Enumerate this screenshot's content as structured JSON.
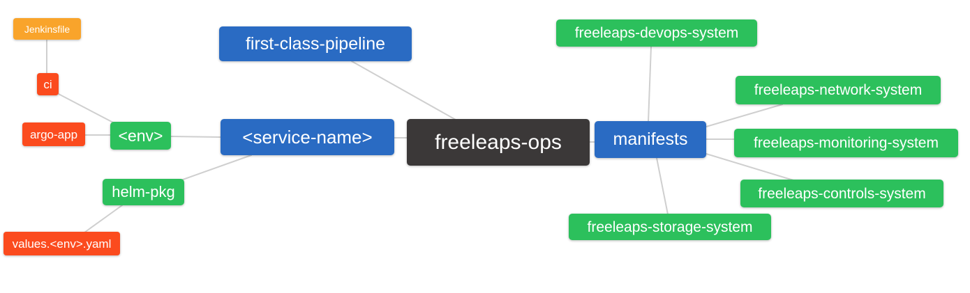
{
  "diagram": {
    "type": "mindmap",
    "root": "freeleaps-ops",
    "nodes": [
      {
        "id": "freeleaps-ops",
        "label": "freeleaps-ops",
        "level": "root",
        "color": "root_bg"
      },
      {
        "id": "first-class-pipeline",
        "label": "first-class-pipeline",
        "level": "branch",
        "color": "primary_bg"
      },
      {
        "id": "service-name",
        "label": "<service-name>",
        "level": "branch",
        "color": "primary_bg"
      },
      {
        "id": "manifests",
        "label": "manifests",
        "level": "branch",
        "color": "primary_bg"
      },
      {
        "id": "env",
        "label": "<env>",
        "level": "sub",
        "color": "secondary_bg"
      },
      {
        "id": "helm-pkg",
        "label": "helm-pkg",
        "level": "sub",
        "color": "secondary_bg"
      },
      {
        "id": "ci",
        "label": "ci",
        "level": "leaf",
        "color": "tertiary_bg"
      },
      {
        "id": "argo-app",
        "label": "argo-app",
        "level": "leaf",
        "color": "tertiary_bg"
      },
      {
        "id": "jenkinsfile",
        "label": "Jenkinsfile",
        "level": "leaf",
        "color": "amber_bg"
      },
      {
        "id": "values-env-yaml",
        "label": "values.<env>.yaml",
        "level": "leaf",
        "color": "tertiary_bg"
      },
      {
        "id": "freeleaps-devops-system",
        "label": "freeleaps-devops-system",
        "level": "sub",
        "color": "secondary_bg"
      },
      {
        "id": "freeleaps-network-system",
        "label": "freeleaps-network-system",
        "level": "sub",
        "color": "secondary_bg"
      },
      {
        "id": "freeleaps-monitoring-system",
        "label": "freeleaps-monitoring-system",
        "level": "sub",
        "color": "secondary_bg"
      },
      {
        "id": "freeleaps-controls-system",
        "label": "freeleaps-controls-system",
        "level": "sub",
        "color": "secondary_bg"
      },
      {
        "id": "freeleaps-storage-system",
        "label": "freeleaps-storage-system",
        "level": "sub",
        "color": "secondary_bg"
      }
    ],
    "edges": [
      {
        "from": "freeleaps-ops",
        "to": "first-class-pipeline"
      },
      {
        "from": "freeleaps-ops",
        "to": "<service-name>"
      },
      {
        "from": "freeleaps-ops",
        "to": "manifests"
      },
      {
        "from": "<service-name>",
        "to": "<env>"
      },
      {
        "from": "<service-name>",
        "to": "helm-pkg"
      },
      {
        "from": "<env>",
        "to": "ci"
      },
      {
        "from": "<env>",
        "to": "argo-app"
      },
      {
        "from": "ci",
        "to": "Jenkinsfile"
      },
      {
        "from": "helm-pkg",
        "to": "values.<env>.yaml"
      },
      {
        "from": "manifests",
        "to": "freeleaps-devops-system"
      },
      {
        "from": "manifests",
        "to": "freeleaps-network-system"
      },
      {
        "from": "manifests",
        "to": "freeleaps-monitoring-system"
      },
      {
        "from": "manifests",
        "to": "freeleaps-controls-system"
      },
      {
        "from": "manifests",
        "to": "freeleaps-storage-system"
      }
    ]
  },
  "colors": {
    "root_bg": "#3b3838",
    "primary_bg": "#2a6bc3",
    "secondary_bg": "#2cc05c",
    "tertiary_bg": "#fb4b1e",
    "amber_bg": "#f9a42b",
    "edge": "#cfcfcf",
    "text": "#ffffff",
    "background": "#ffffff"
  }
}
